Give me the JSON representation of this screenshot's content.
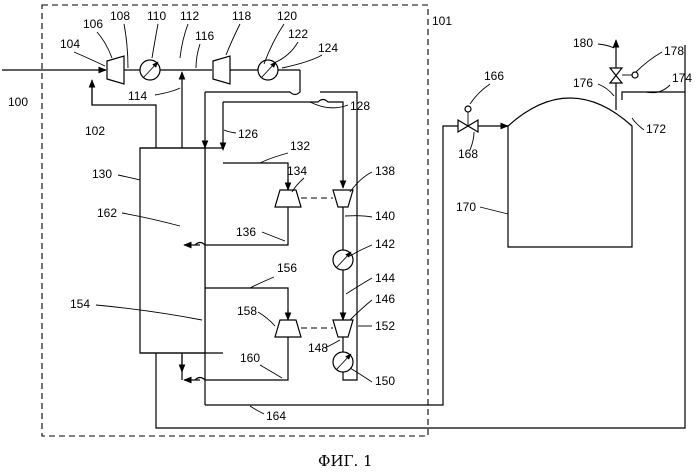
{
  "labels": {
    "r100": "100",
    "r101": "101",
    "r102": "102",
    "r104": "104",
    "r106": "106",
    "r108": "108",
    "r110": "110",
    "r112": "112",
    "r114": "114",
    "r116": "116",
    "r118": "118",
    "r120": "120",
    "r122": "122",
    "r124": "124",
    "r126": "126",
    "r128": "128",
    "r130": "130",
    "r132": "132",
    "r134": "134",
    "r136": "136",
    "r138": "138",
    "r140": "140",
    "r142": "142",
    "r144": "144",
    "r146": "146",
    "r148": "148",
    "r150": "150",
    "r152": "152",
    "r154": "154",
    "r156": "156",
    "r158": "158",
    "r160": "160",
    "r162": "162",
    "r164": "164",
    "r166": "166",
    "r168": "168",
    "r170": "170",
    "r172": "172",
    "r174": "174",
    "r176": "176",
    "r178": "178",
    "r180": "180"
  },
  "caption": "ФИГ. 1"
}
